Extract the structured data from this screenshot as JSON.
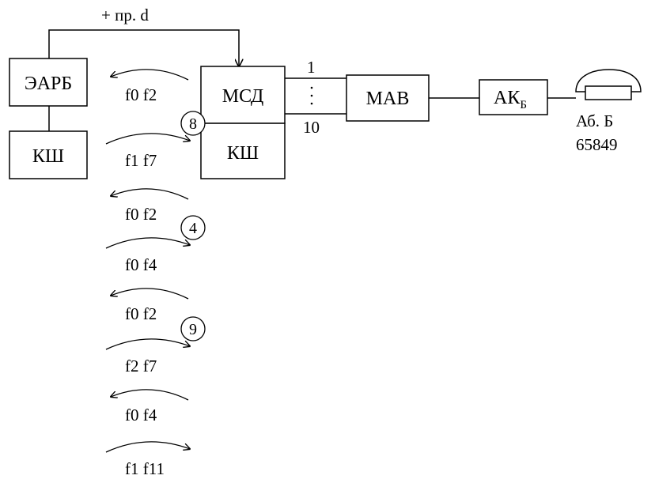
{
  "control_signal": "+ пр. d",
  "blocks": {
    "earb": "ЭАРБ",
    "ksh_left": "КШ",
    "msd": "МСД",
    "ksh_right": "КШ",
    "mav": "МАВ",
    "ak_base": "АК",
    "ak_sub": "Б"
  },
  "line_numbers": {
    "first": "1",
    "last": "10"
  },
  "subscriber": {
    "label": "Аб. Б",
    "number": "65849"
  },
  "signals": [
    {
      "label": "f0 f2",
      "direction": "left"
    },
    {
      "label": "f1 f7",
      "direction": "right",
      "step": "8"
    },
    {
      "label": "f0 f2",
      "direction": "left"
    },
    {
      "label": "f0 f4",
      "direction": "right",
      "step": "4"
    },
    {
      "label": "f0 f2",
      "direction": "left"
    },
    {
      "label": "f2 f7",
      "direction": "right",
      "step": "9"
    },
    {
      "label": "f0 f4",
      "direction": "left"
    },
    {
      "label": "f1 f11",
      "direction": "right"
    }
  ]
}
